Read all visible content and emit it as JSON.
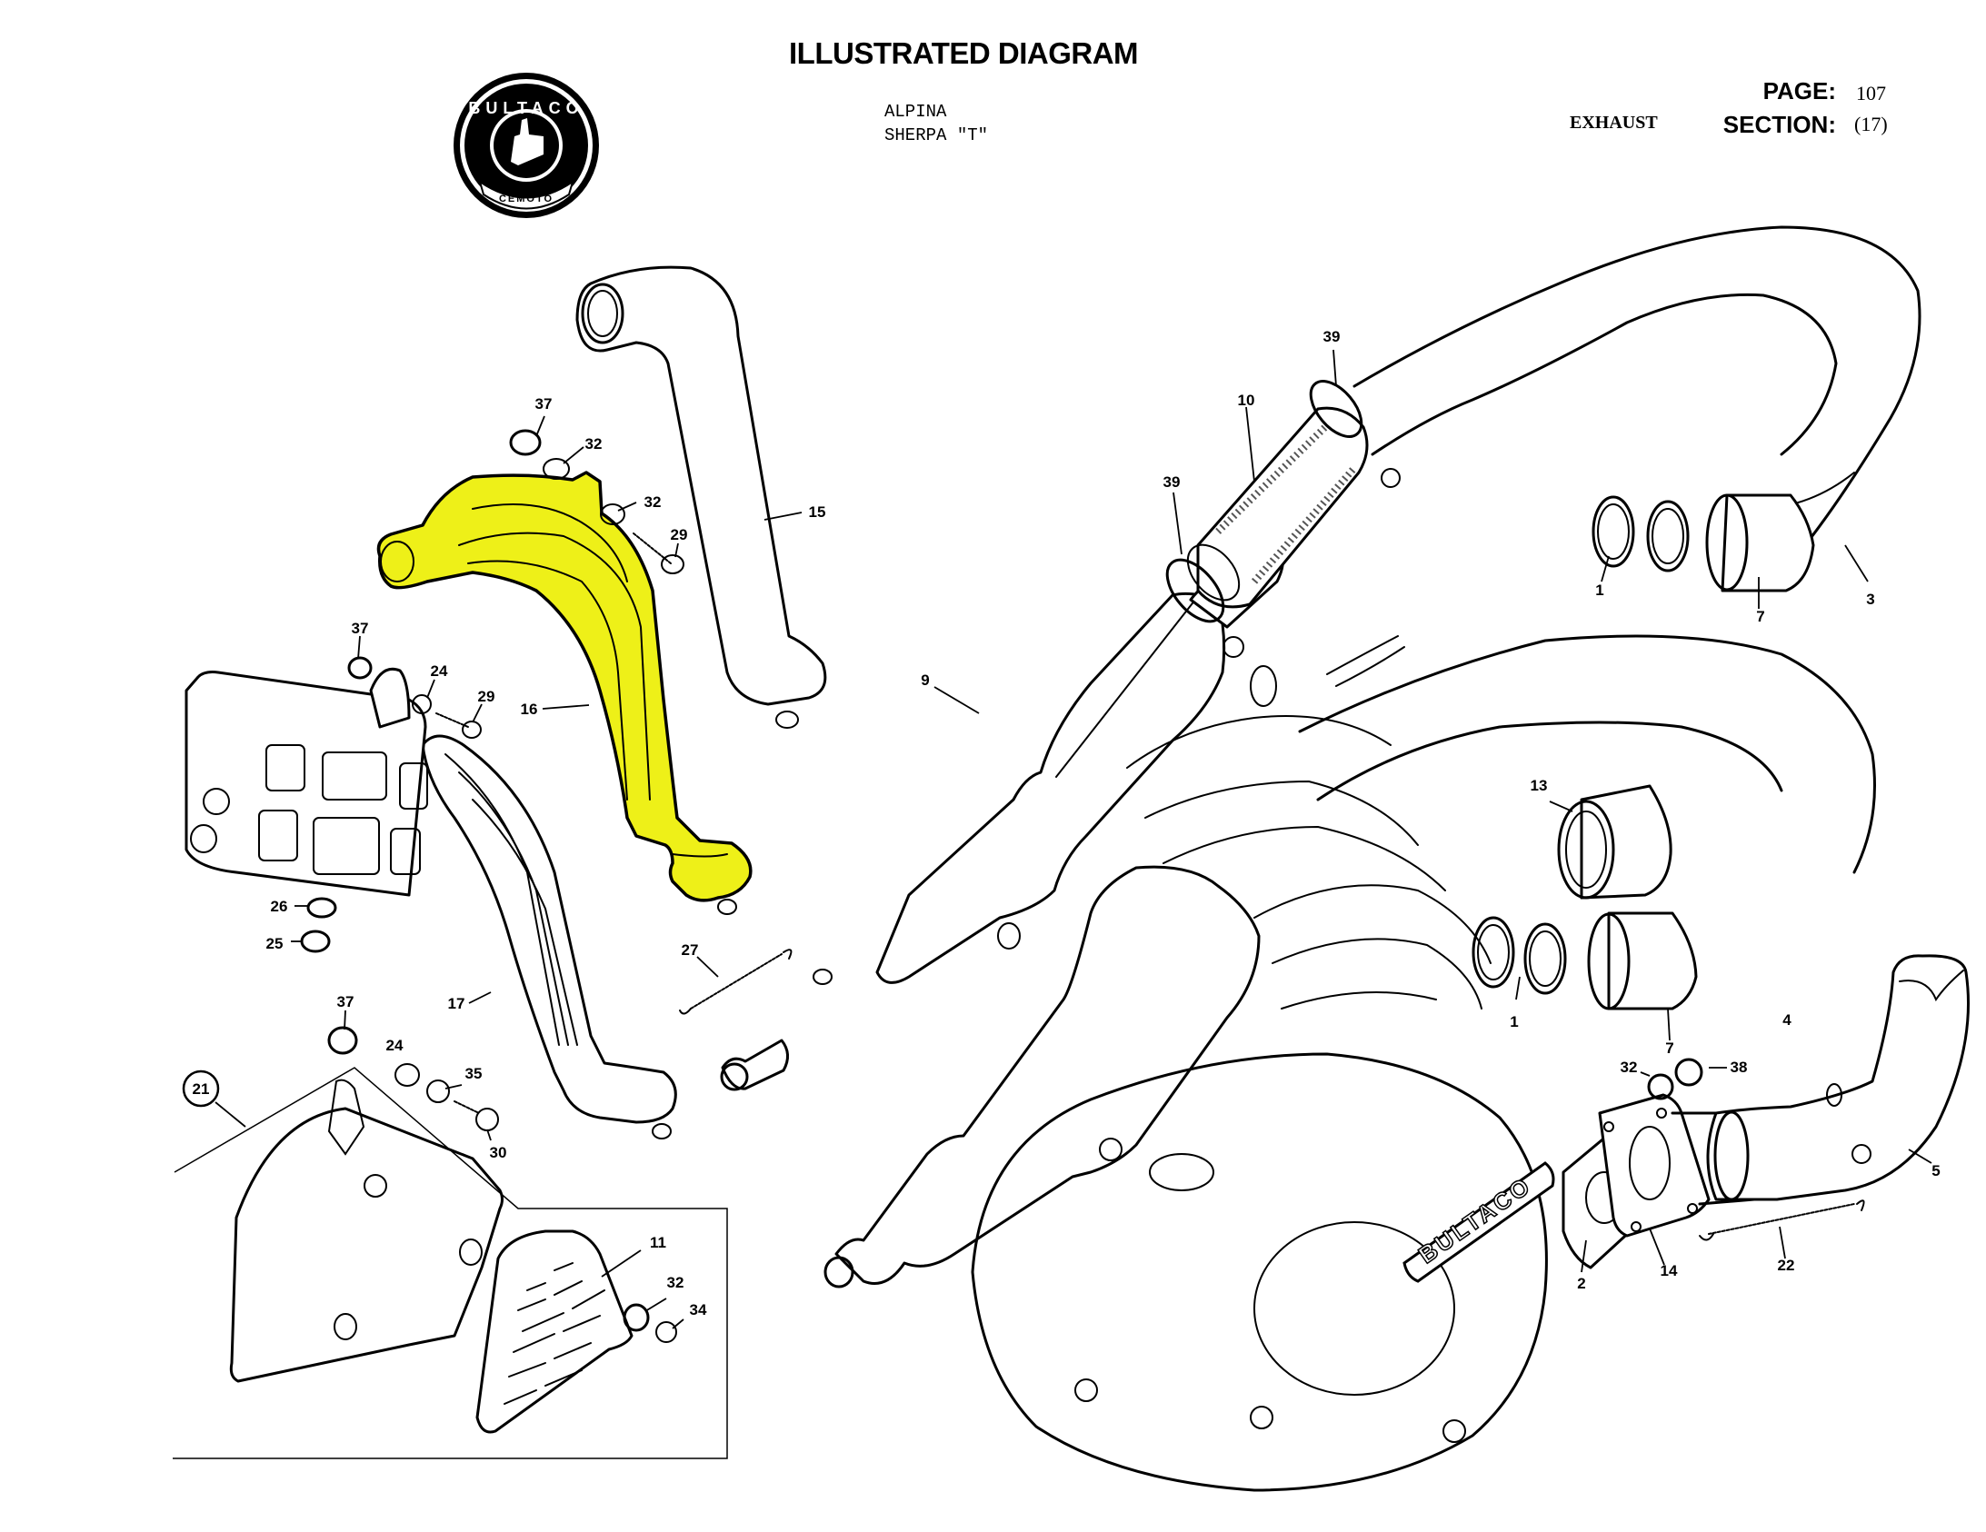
{
  "header": {
    "title": "ILLUSTRATED DIAGRAM",
    "models": [
      "ALPINA",
      "SHERPA \"T\""
    ],
    "section_name": "EXHAUST",
    "page_label": "PAGE:",
    "page_value": "107",
    "section_label": "SECTION:",
    "section_value": "(17)"
  },
  "logo": {
    "brand": "BULTACO",
    "subtitle": "CEMOTO",
    "icon": "thumbs-up-icon"
  },
  "highlight": {
    "part": "16",
    "color": "#eef018"
  },
  "engine_badge": "BULTACO",
  "callouts": [
    {
      "id": "37",
      "label": "37"
    },
    {
      "id": "32a",
      "label": "32"
    },
    {
      "id": "32b",
      "label": "32"
    },
    {
      "id": "29a",
      "label": "29"
    },
    {
      "id": "15",
      "label": "15"
    },
    {
      "id": "37b",
      "label": "37"
    },
    {
      "id": "24a",
      "label": "24"
    },
    {
      "id": "29b",
      "label": "29"
    },
    {
      "id": "16",
      "label": "16"
    },
    {
      "id": "26",
      "label": "26"
    },
    {
      "id": "25",
      "label": "25"
    },
    {
      "id": "17",
      "label": "17"
    },
    {
      "id": "27",
      "label": "27"
    },
    {
      "id": "37c",
      "label": "37"
    },
    {
      "id": "24b",
      "label": "24"
    },
    {
      "id": "35",
      "label": "35"
    },
    {
      "id": "30",
      "label": "30"
    },
    {
      "id": "21",
      "label": "21"
    },
    {
      "id": "11",
      "label": "11"
    },
    {
      "id": "32c",
      "label": "32"
    },
    {
      "id": "34",
      "label": "34"
    },
    {
      "id": "9",
      "label": "9"
    },
    {
      "id": "39a",
      "label": "39"
    },
    {
      "id": "10",
      "label": "10"
    },
    {
      "id": "39b",
      "label": "39"
    },
    {
      "id": "1a",
      "label": "1"
    },
    {
      "id": "7a",
      "label": "7"
    },
    {
      "id": "3",
      "label": "3"
    },
    {
      "id": "13",
      "label": "13"
    },
    {
      "id": "1b",
      "label": "1"
    },
    {
      "id": "7b",
      "label": "7"
    },
    {
      "id": "4",
      "label": "4"
    },
    {
      "id": "32d",
      "label": "32"
    },
    {
      "id": "38",
      "label": "38"
    },
    {
      "id": "5",
      "label": "5"
    },
    {
      "id": "2",
      "label": "2"
    },
    {
      "id": "14",
      "label": "14"
    },
    {
      "id": "22",
      "label": "22"
    }
  ]
}
